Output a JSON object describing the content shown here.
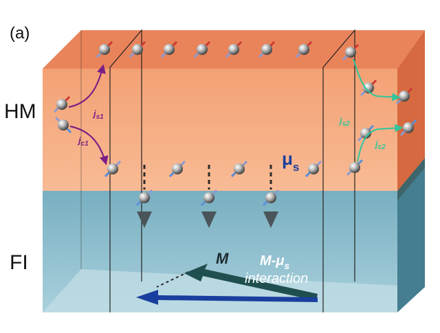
{
  "figure": {
    "panel_label": "(a)",
    "layers": {
      "top": "HM",
      "bottom": "FI"
    },
    "left_currents": [
      {
        "symbol": "j",
        "subscript": "s1"
      },
      {
        "symbol": "j",
        "subscript": "c1"
      }
    ],
    "right_currents": [
      {
        "symbol": "j",
        "subscript": "s2"
      },
      {
        "symbol": "j",
        "subscript": "c2"
      }
    ],
    "accumulation": {
      "symbol": "μ",
      "subscript": "s"
    },
    "magnetization": "M",
    "interaction": {
      "symbol": "M-μ",
      "subscript": "s",
      "caption": "interaction"
    }
  },
  "colors": {
    "hm_front": "#f6ac82",
    "hm_top": "#e9835a",
    "hm_side": "#d6693f",
    "interface": "#5a6c66",
    "fi_front": "#8ebecd",
    "fi_side": "#447e90",
    "fi_bottom": "#c2dde5",
    "left_current": "#7b1f86",
    "right_current": "#2fc69c",
    "mu_s": "#1c3f9c",
    "m_arrow": "#1f4f4f",
    "field_arrow": "#1a3f9e"
  }
}
